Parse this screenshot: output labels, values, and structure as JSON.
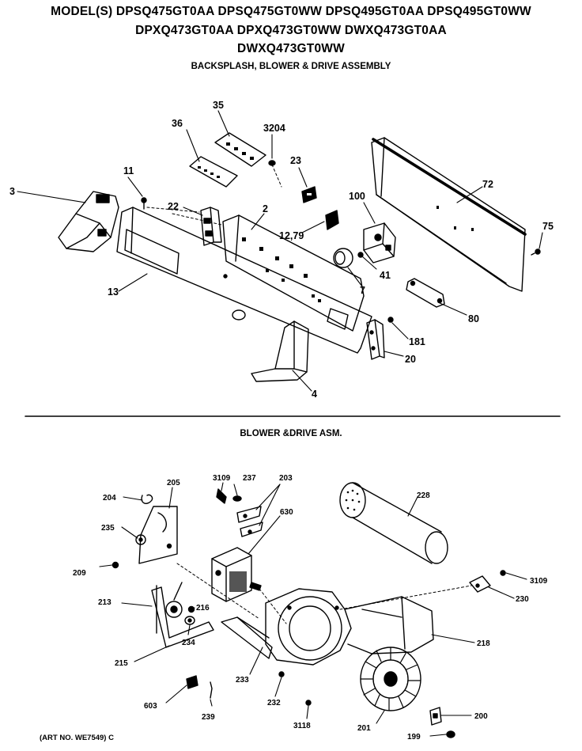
{
  "header": {
    "models_line1": "MODEL(S) DPSQ475GT0AA  DPSQ475GT0WW  DPSQ495GT0AA  DPSQ495GT0WW",
    "models_line2": "DPXQ473GT0AA  DPXQ473GT0WW  DWXQ473GT0AA",
    "models_line3": "DWXQ473GT0WW",
    "section_title": "BACKSPLASH, BLOWER & DRIVE ASSEMBLY"
  },
  "blower_section_title": "BLOWER &DRIVE ASM.",
  "art_number": "(ART NO. WE7549) C",
  "callouts_top": {
    "p35": "35",
    "p36": "36",
    "p3204": "3204",
    "p23": "23",
    "p72": "72",
    "p11": "11",
    "p3": "3",
    "p22": "22",
    "p2": "2",
    "p100": "100",
    "p75": "75",
    "p12_79": "12,79",
    "p41": "41",
    "p7": "7",
    "p13": "13",
    "p80": "80",
    "p181": "181",
    "p20": "20",
    "p4": "4"
  },
  "callouts_bottom": {
    "p3109a": "3109",
    "p237": "237",
    "p203": "203",
    "p205": "205",
    "p204": "204",
    "p228": "228",
    "p630": "630",
    "p235": "235",
    "p209": "209",
    "p3109b": "3109",
    "p230": "230",
    "p213": "213",
    "p216": "216",
    "p234": "234",
    "p218": "218",
    "p215": "215",
    "p233": "233",
    "p232": "232",
    "p603": "603",
    "p239": "239",
    "p3118": "3118",
    "p201": "201",
    "p200": "200",
    "p199": "199"
  }
}
